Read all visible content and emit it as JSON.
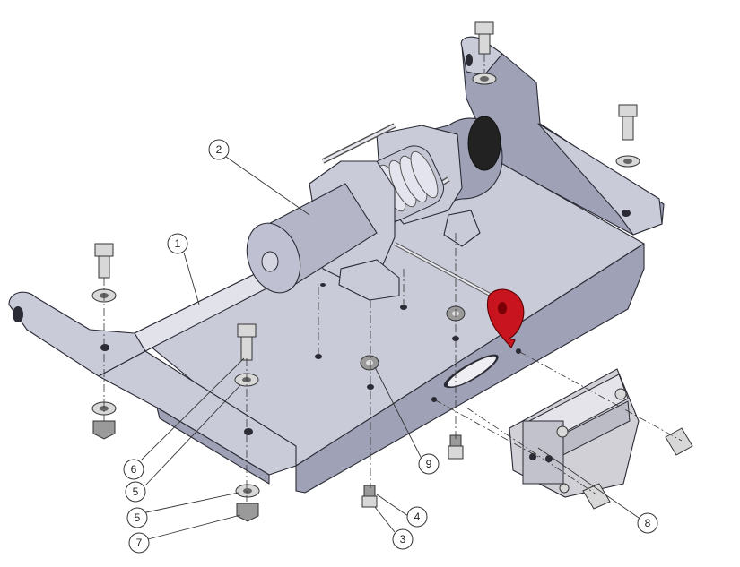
{
  "balloons": [
    {
      "label": "1"
    },
    {
      "label": "2"
    },
    {
      "label": "3"
    },
    {
      "label": "4"
    },
    {
      "label": "5"
    },
    {
      "label": "5"
    },
    {
      "label": "6"
    },
    {
      "label": "7"
    },
    {
      "label": "8"
    },
    {
      "label": "9"
    }
  ],
  "colors": {
    "steel": "#c9cbd9",
    "winch_motor": "#b4b6c8",
    "fairlead_part": "#d0d0d6",
    "hook": "#c8141e",
    "outline": "#2a2a35",
    "background": "#ffffff"
  }
}
